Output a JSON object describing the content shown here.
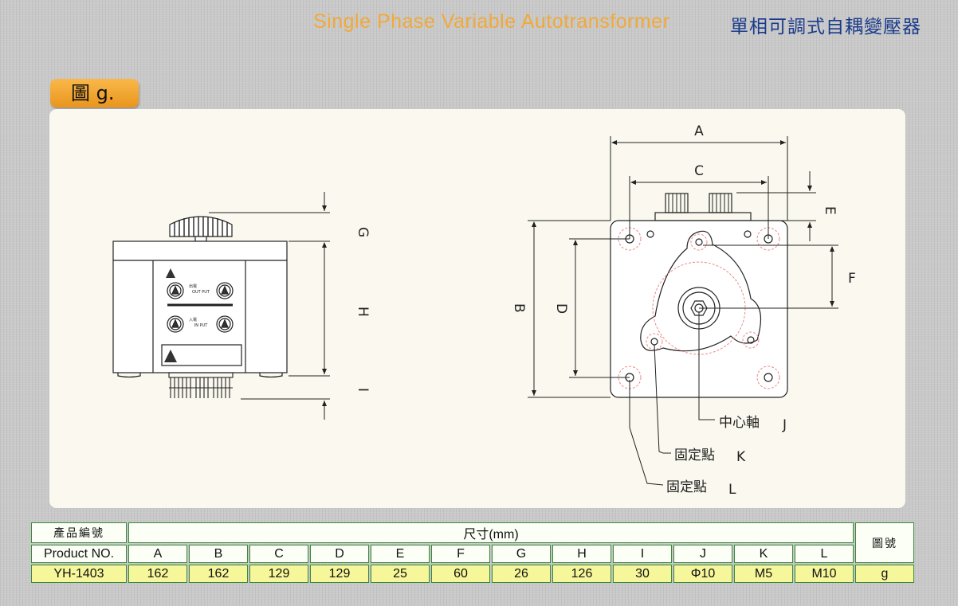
{
  "header": {
    "title_en": "Single Phase Variable Autotransformer",
    "title_zh": "單相可調式自耦變壓器"
  },
  "figure": {
    "tag": "圖 g.",
    "side_labels": {
      "G": "G",
      "H": "H",
      "I": "I"
    },
    "top_labels": {
      "A": "A",
      "B": "B",
      "C": "C",
      "D": "D",
      "E": "E",
      "F": "F"
    },
    "callouts": [
      {
        "text": "中心軸",
        "letter": "J"
      },
      {
        "text": "固定點",
        "letter": "K"
      },
      {
        "text": "固定點",
        "letter": "L"
      }
    ],
    "front_panel": {
      "output_zh": "出電",
      "output_en": "OUT PUT",
      "input_zh": "入電",
      "input_en": "IN PUT"
    }
  },
  "table": {
    "product_zh": "產品編號",
    "product_en": "Product NO.",
    "size_header": "尺寸(mm)",
    "figure_header": "圖號",
    "columns": [
      "A",
      "B",
      "C",
      "D",
      "E",
      "F",
      "G",
      "H",
      "I",
      "J",
      "K",
      "L"
    ],
    "rows": [
      {
        "product": "YH-1403",
        "values": [
          "162",
          "162",
          "129",
          "129",
          "25",
          "60",
          "26",
          "126",
          "30",
          "Φ10",
          "M5",
          "M10"
        ],
        "figure": "g"
      }
    ]
  }
}
